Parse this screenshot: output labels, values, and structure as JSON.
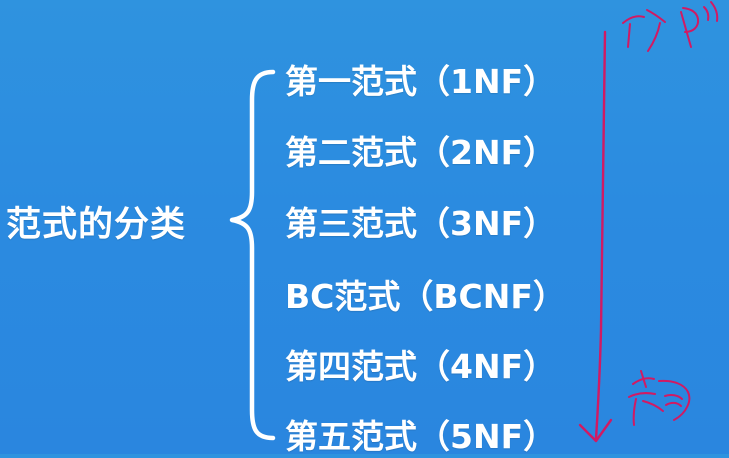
{
  "left_label": "范式的分类",
  "items": [
    "第一范式（1NF）",
    "第二范式（2NF）",
    "第三范式（3NF）",
    "BC范式（BCNF）",
    "第四范式（4NF）",
    "第五范式（5NF）"
  ],
  "annotation": {
    "color": "#d11a63"
  }
}
